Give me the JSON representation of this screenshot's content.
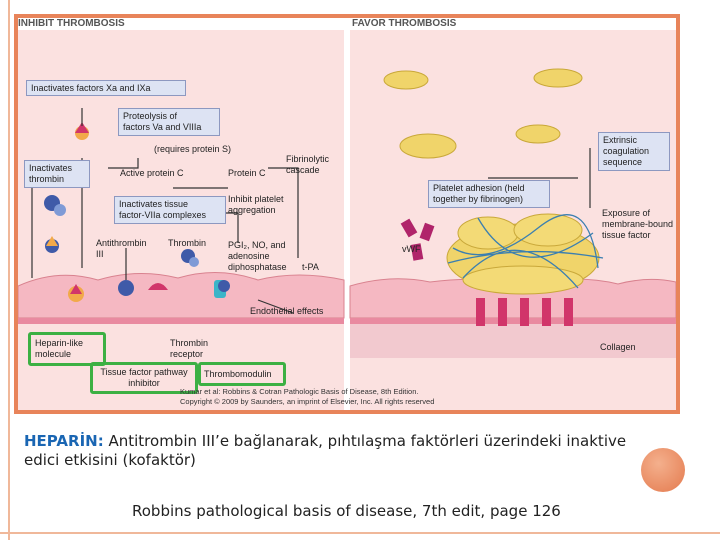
{
  "figure": {
    "heading_left": "INHIBIT THROMBOSIS",
    "heading_right": "FAVOR THROMBOSIS",
    "labels": {
      "inactivates_xa_ixa": "Inactivates factors Xa and IXa",
      "proteolysis_1": "Proteolysis of",
      "proteolysis_2": "factors Va and VIIIa",
      "requires_protein_s": "(requires protein S)",
      "active_protein_c": "Active protein C",
      "protein_c": "Protein C",
      "inactivates_thrombin_1": "Inactivates",
      "inactivates_thrombin_2": "thrombin",
      "fibrinolytic_1": "Fibrinolytic",
      "fibrinolytic_2": "cascade",
      "inactivates_tf_1": "Inactivates tissue",
      "inactivates_tf_2": "factor-VIIa complexes",
      "inhibit_platelet_1": "Inhibit platelet",
      "inhibit_platelet_2": "aggregation",
      "antithrombin_1": "Antithrombin",
      "antithrombin_2": "III",
      "thrombin": "Thrombin",
      "pgi2_1": "PGI₂, NO, and",
      "pgi2_2": "adenosine",
      "pgi2_3": "diphosphatase",
      "tpa": "t-PA",
      "endothelial_effects": "Endothelial effects",
      "heparin_1": "Heparin-like",
      "heparin_2": "molecule",
      "thrombin_receptor_1": "Thrombin",
      "thrombin_receptor_2": "receptor",
      "tfpi_1": "Tissue factor pathway",
      "tfpi_2": "inhibitor",
      "thrombomodulin": "Thrombomodulin",
      "extrinsic_1": "Extrinsic",
      "extrinsic_2": "coagulation",
      "extrinsic_3": "sequence",
      "platelet_adhesion_1": "Platelet adhesion (held",
      "platelet_adhesion_2": "together by fibrinogen)",
      "vwf": "vWF",
      "exposure_1": "Exposure of",
      "exposure_2": "membrane-bound",
      "exposure_3": "tissue factor",
      "collagen": "Collagen"
    },
    "copyright_1": "Kumar et al: Robbins & Cotran Pathologic Basis of Disease, 8th Edition.",
    "copyright_2": "Copyright © 2009 by Saunders, an imprint of Elsevier, Inc. All rights reserved"
  },
  "caption": {
    "highlight": "HEPARİN:",
    "text": " Antitrombin III’e bağlanarak, pıhtılaşma faktörleri üzerindeki inaktive edici etkisini (kofaktör)"
  },
  "reference": "Robbins pathological basis of disease, 7th edit, page 126",
  "colors": {
    "frame": "#e8845a",
    "highlight_box": "#3cb043",
    "label_box": "#dde3f3",
    "caption_highlight": "#1a66b3"
  }
}
